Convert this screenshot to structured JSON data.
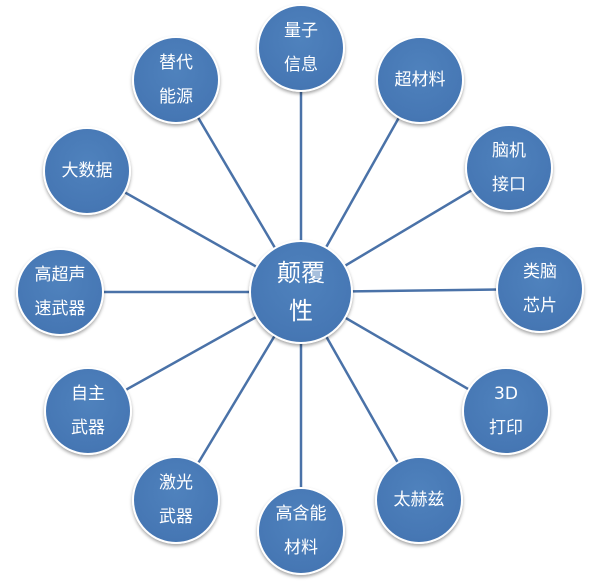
{
  "center": {
    "label": "颠覆\n性"
  },
  "nodes": [
    {
      "id": "quantum-info",
      "label": "量子\n信息"
    },
    {
      "id": "supermaterial",
      "label": "超材料"
    },
    {
      "id": "bci",
      "label": "脑机\n接口"
    },
    {
      "id": "brainchip",
      "label": "类脑\n芯片"
    },
    {
      "id": "3dprint",
      "label": "3D\n打印"
    },
    {
      "id": "terahertz",
      "label": "太赫兹"
    },
    {
      "id": "energetic",
      "label": "高含能\n材料"
    },
    {
      "id": "laser",
      "label": "激光\n武器"
    },
    {
      "id": "autonomous",
      "label": "自主\n武器"
    },
    {
      "id": "hypersonic",
      "label": "高超声\n速武器"
    },
    {
      "id": "bigdata",
      "label": "大数据"
    },
    {
      "id": "altenergy",
      "label": "替代\n能源"
    }
  ],
  "colors": {
    "node_fill": "#4677b4",
    "line": "#4a72a8",
    "node_border": "#ffffff"
  }
}
